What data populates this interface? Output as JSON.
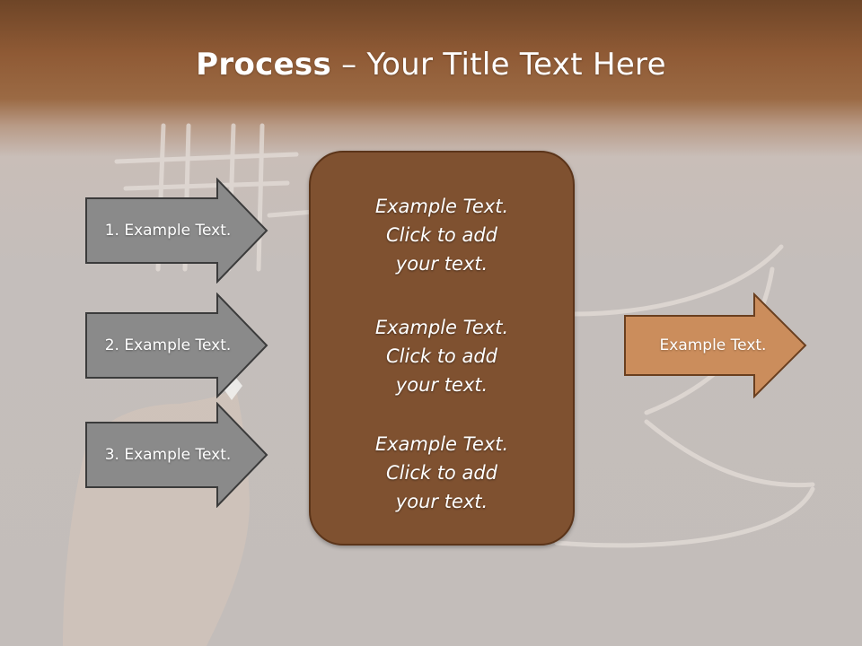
{
  "title": {
    "bold": "Process",
    "rest": " – Your Title Text Here"
  },
  "left_arrows": [
    {
      "label": "1. Example Text."
    },
    {
      "label": "2. Example Text."
    },
    {
      "label": "3. Example Text."
    }
  ],
  "center_blocks": [
    {
      "lines": [
        "Example Text.",
        "Click  to add",
        "your text."
      ]
    },
    {
      "lines": [
        "Example Text.",
        "Click  to add",
        "your text."
      ]
    },
    {
      "lines": [
        "Example Text.",
        "Click  to add",
        "your text."
      ]
    }
  ],
  "right_arrow": {
    "label": "Example Text."
  },
  "colors": {
    "header_brown": "#8f5a35",
    "box_brown": "#7f5130",
    "gray_arrow": "#8a8a8a",
    "orange_arrow": "#cb8d5c"
  }
}
